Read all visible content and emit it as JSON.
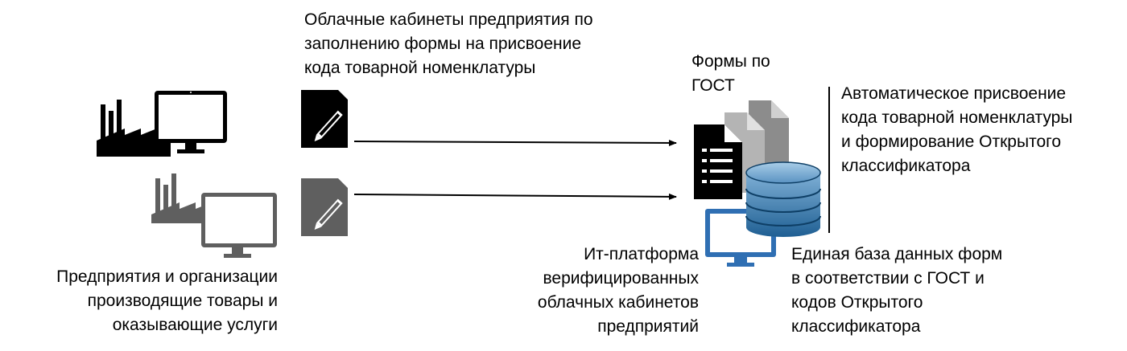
{
  "cloud_cabinets": {
    "lines": [
      "Облачные кабинеты предприятия по",
      "заполнению формы на присвоение",
      "кода товарной номенклатуры"
    ]
  },
  "gost_forms": {
    "lines": [
      "Формы по",
      "ГОСТ"
    ]
  },
  "auto_assign": {
    "lines": [
      "Автоматическое присвоение",
      "кода товарной номенклатуры",
      "и формирование Открытого",
      "классификатора"
    ]
  },
  "enterprises": {
    "lines": [
      "Предприятия и организации",
      "производящие товары и",
      "оказывающие услуги"
    ]
  },
  "it_platform": {
    "lines": [
      "Ит-платформа",
      "верифицированных",
      "облачных кабинетов",
      "предприятий"
    ]
  },
  "database": {
    "lines": [
      "Единая база данных форм",
      "в соответствии с ГОСТ и",
      "кодов Открытого",
      "классификатора"
    ]
  },
  "colors": {
    "black": "#000000",
    "gray": "#5f5f5f",
    "doc_gray": "#8c8c8c",
    "doc_light": "#b4b4b4",
    "monitor_blue": "#2f6fb3",
    "db_top": "#7fb0d6",
    "db_bottom": "#1f5f93"
  }
}
